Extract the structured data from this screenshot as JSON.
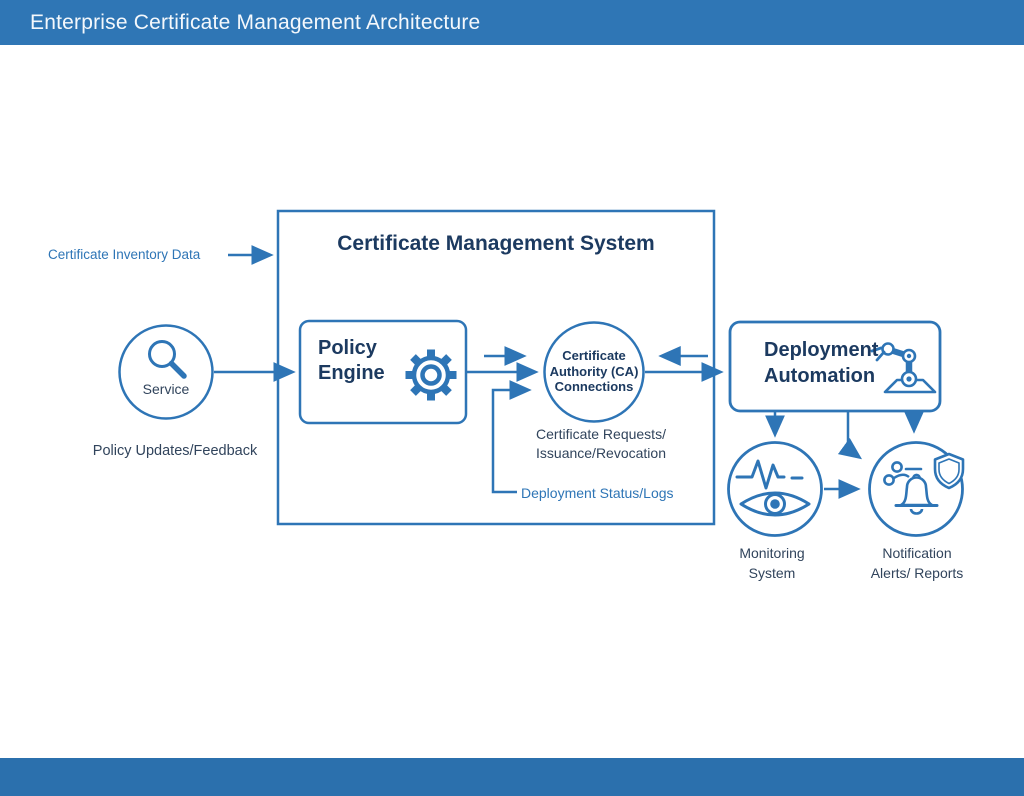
{
  "header": {
    "title": "Enterprise Certificate Management Architecture"
  },
  "colors": {
    "header_bar": "#2f76b5",
    "footer_bar": "#2b70ad",
    "line_blue": "#2e75b6",
    "title_navy": "#1c3a60",
    "label_dark": "#31445c",
    "label_blue": "#2e75b6",
    "canvas": "#ffffff"
  },
  "diagram": {
    "cms_box": {
      "title": "Certificate Management System"
    },
    "inventory_label": "Certificate Inventory Data",
    "service_node": {
      "label": "Service",
      "icon": "magnifier-icon"
    },
    "feedback_label": "Policy Updates/Feedback",
    "policy_engine": {
      "label": "Policy\nEngine",
      "icon": "gear-icon"
    },
    "ca_node": {
      "label": "Certificate\nAuthority (CA)\nConnections"
    },
    "ca_caption": "Certificate Requests/\nIssuance/Revocation",
    "deployment_status_label": "Deployment Status/Logs",
    "deployment_automation": {
      "label": "Deployment\nAutomation",
      "icon": "robot-arm-icon"
    },
    "monitoring_node": {
      "label": "Monitoring\nSystem",
      "icon": "monitoring-eye-icon"
    },
    "notification_node": {
      "label": "Notification\nAlerts/ Reports",
      "icon": "notification-bell-shield-icon"
    },
    "edges": [
      {
        "from": "certificate-inventory-data",
        "to": "certificate-management-system"
      },
      {
        "from": "service",
        "to": "policy-engine"
      },
      {
        "from": "policy-engine",
        "to": "ca-connections"
      },
      {
        "from": "certificate-management-system",
        "to": "ca-connections"
      },
      {
        "from": "deployment-status-logs",
        "to": "ca-connections"
      },
      {
        "from": "ca-connections",
        "to": "deployment-automation"
      },
      {
        "from": "deployment-automation",
        "to": "ca-connections"
      },
      {
        "from": "deployment-automation",
        "to": "monitoring-system"
      },
      {
        "from": "deployment-automation",
        "to": "notification-alerts",
        "via": "bent-arrow"
      },
      {
        "from": "deployment-automation",
        "to": "notification-alerts",
        "via": "straight-arrow"
      },
      {
        "from": "monitoring-system",
        "to": "notification-alerts"
      }
    ]
  }
}
